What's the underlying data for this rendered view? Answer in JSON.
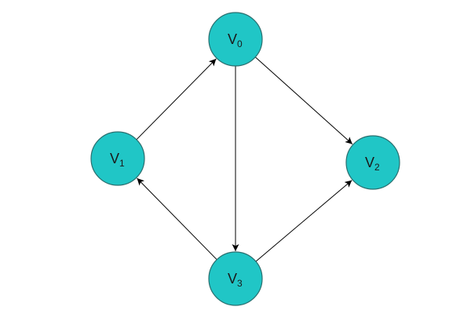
{
  "diagram": {
    "type": "directed-graph",
    "node_color": "#20c6c6",
    "edge_color": "#000000",
    "nodes": [
      {
        "id": "V0",
        "label_main": "V",
        "label_sub": "0"
      },
      {
        "id": "V1",
        "label_main": "V",
        "label_sub": "1"
      },
      {
        "id": "V2",
        "label_main": "V",
        "label_sub": "2"
      },
      {
        "id": "V3",
        "label_main": "V",
        "label_sub": "3"
      }
    ],
    "edges": [
      {
        "from": "V1",
        "to": "V0"
      },
      {
        "from": "V0",
        "to": "V2"
      },
      {
        "from": "V0",
        "to": "V3"
      },
      {
        "from": "V3",
        "to": "V1"
      },
      {
        "from": "V3",
        "to": "V2"
      }
    ]
  }
}
